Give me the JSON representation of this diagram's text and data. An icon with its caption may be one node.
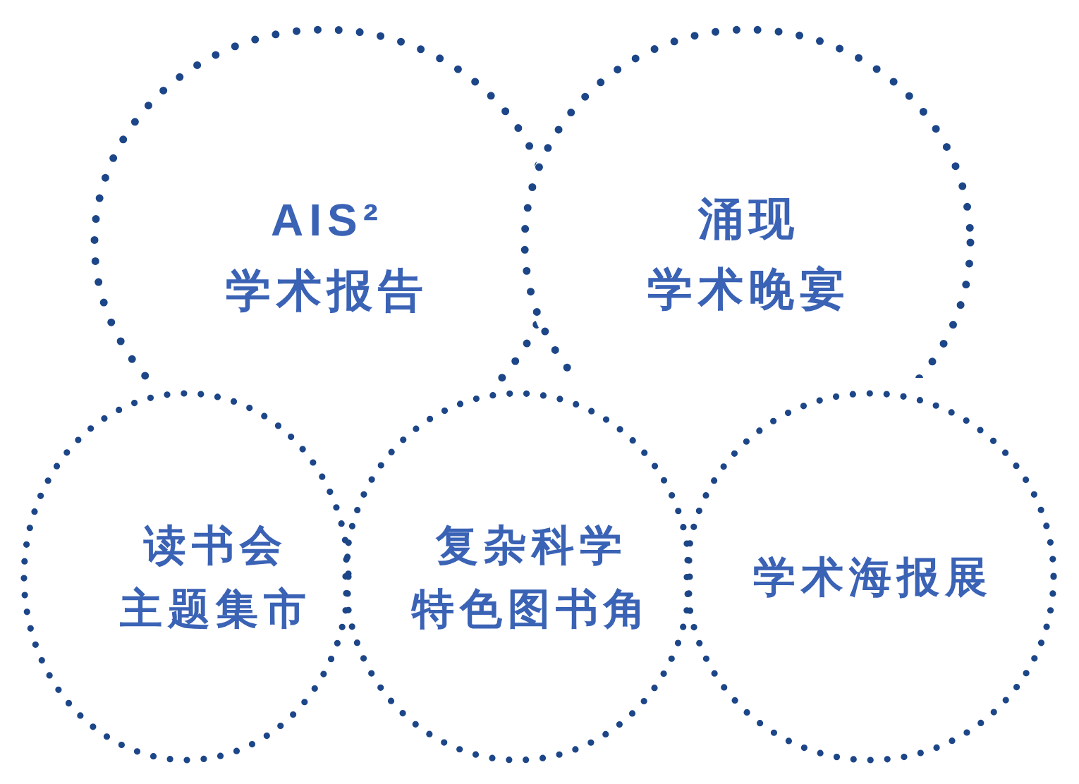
{
  "diagram": {
    "nodes": [
      {
        "text": [
          "AIS² 学术报告"
        ]
      },
      {
        "text": [
          "涌现学术晚宴"
        ]
      },
      {
        "text": [
          "读书会主题集市"
        ]
      },
      {
        "text": [
          "复杂科学特色图书角"
        ]
      },
      {
        "text": [
          "学术海报展"
        ]
      }
    ]
  }
}
